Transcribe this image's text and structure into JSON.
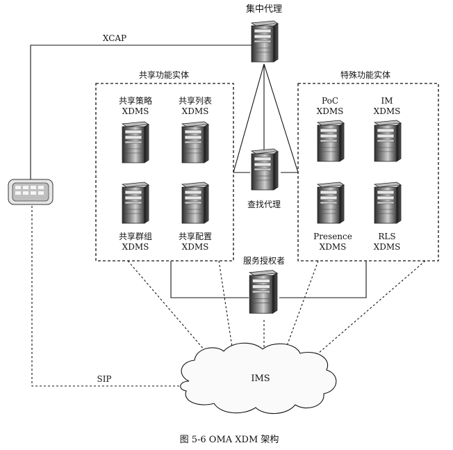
{
  "figure": {
    "caption": "图 5-6  OMA XDM 架构",
    "nodes": {
      "aggregation_proxy": "集中代理",
      "search_proxy": "查找代理",
      "authorization_server": "服务授权者",
      "ims": "IMS"
    },
    "links": {
      "xcap": "XCAP",
      "sip": "SIP"
    },
    "groups": {
      "shared": {
        "title": "共享功能实体",
        "items": [
          {
            "line1": "共享策略",
            "line2": "XDMS"
          },
          {
            "line1": "共享列表",
            "line2": "XDMS"
          },
          {
            "line1": "共享群组",
            "line2": "XDMS"
          },
          {
            "line1": "共享配置",
            "line2": "XDMS"
          }
        ]
      },
      "special": {
        "title": "特殊功能实体",
        "items": [
          {
            "line1": "PoC",
            "line2": "XDMS"
          },
          {
            "line1": "IM",
            "line2": "XDMS"
          },
          {
            "line1": "Presence",
            "line2": "XDMS"
          },
          {
            "line1": "RLS",
            "line2": "XDMS"
          }
        ]
      }
    }
  }
}
